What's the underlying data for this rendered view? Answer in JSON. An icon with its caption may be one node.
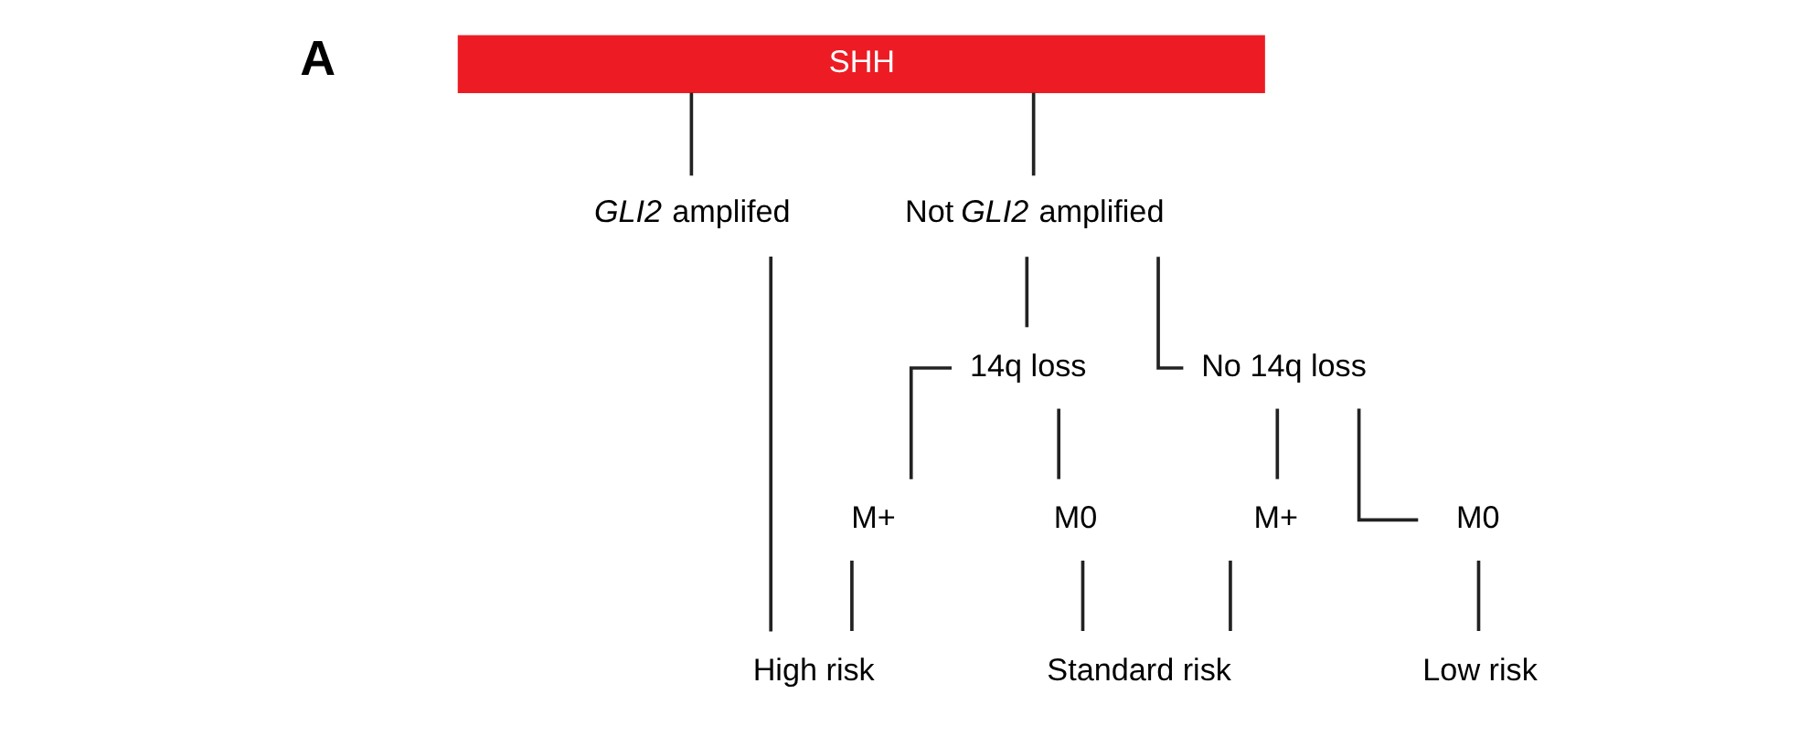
{
  "diagram": {
    "nodes": [
      {
        "text": [
          "SHH"
        ]
      },
      {
        "text": [
          "*GLI2* amplifed"
        ]
      },
      {
        "text": [
          "Not *GLI2* amplified"
        ]
      },
      {
        "text": [
          "14q loss"
        ]
      },
      {
        "text": [
          "No 14q loss"
        ]
      },
      {
        "text": [
          "M+"
        ]
      },
      {
        "text": [
          "M0"
        ]
      },
      {
        "text": [
          "M+"
        ]
      },
      {
        "text": [
          "M0"
        ]
      },
      {
        "text": [
          "High risk"
        ]
      },
      {
        "text": [
          "Standard risk"
        ]
      },
      {
        "text": [
          "Low risk"
        ]
      }
    ],
    "edges": [
      {
        "from": 0,
        "to": 1,
        "arrow": "none"
      },
      {
        "from": 0,
        "to": 2,
        "arrow": "none"
      },
      {
        "from": 2,
        "to": 3,
        "arrow": "none"
      },
      {
        "from": 2,
        "to": 4,
        "arrow": "none"
      },
      {
        "from": 3,
        "to": 5,
        "arrow": "none"
      },
      {
        "from": 3,
        "to": 6,
        "arrow": "none"
      },
      {
        "from": 4,
        "to": 7,
        "arrow": "none"
      },
      {
        "from": 4,
        "to": 8,
        "arrow": "none"
      },
      {
        "from": 1,
        "to": 9,
        "arrow": "none"
      },
      {
        "from": 5,
        "to": 9,
        "arrow": "none"
      },
      {
        "from": 6,
        "to": 10,
        "arrow": "none"
      },
      {
        "from": 7,
        "to": 10,
        "arrow": "none"
      },
      {
        "from": 8,
        "to": 11,
        "arrow": "none"
      }
    ],
    "labels": [
      "A"
    ]
  }
}
